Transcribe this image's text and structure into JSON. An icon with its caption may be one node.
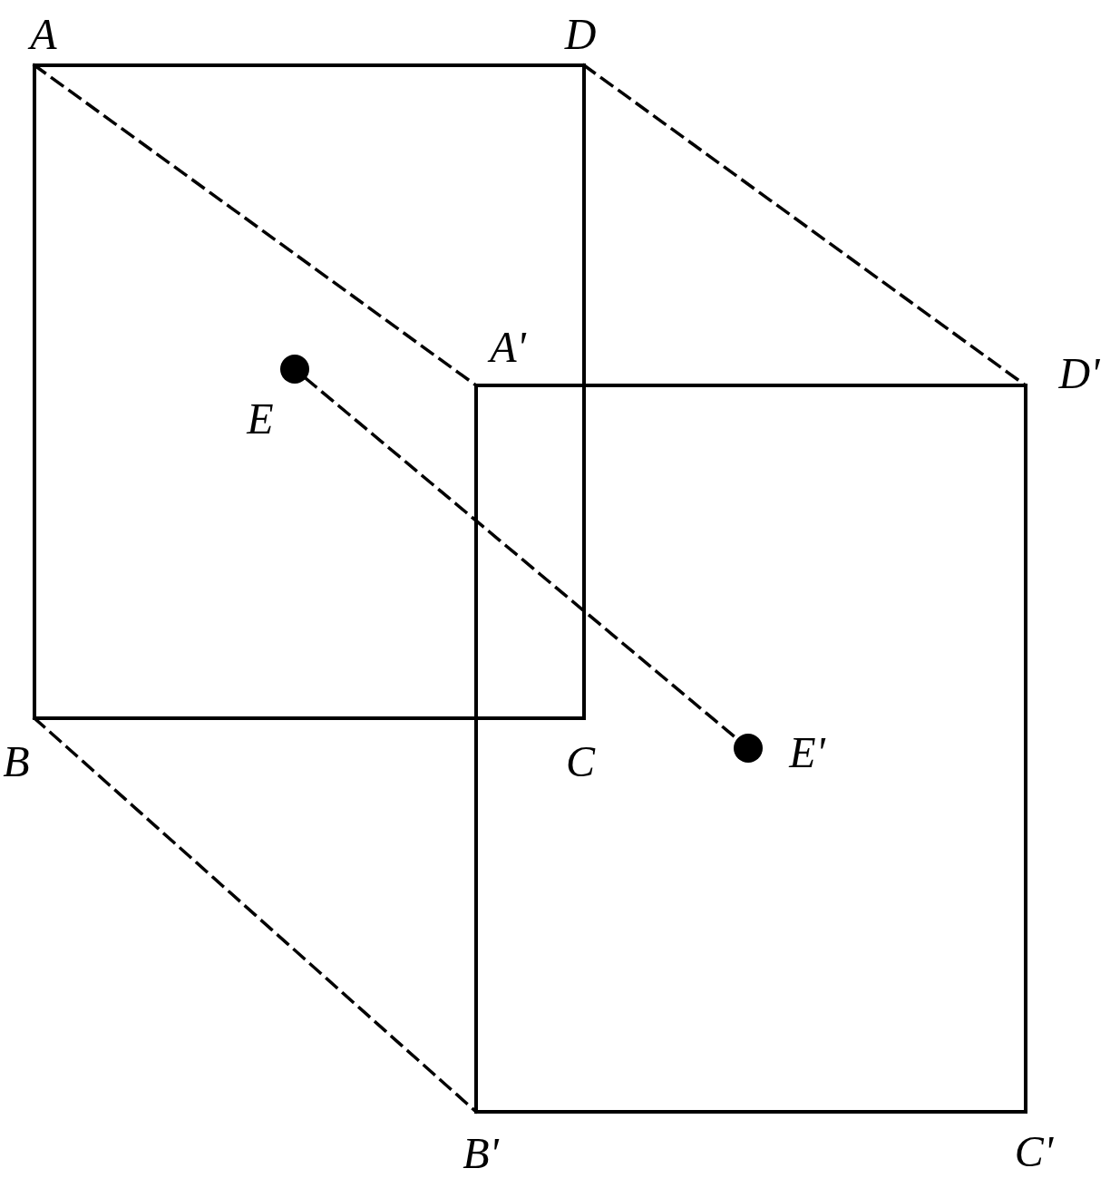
{
  "diagram": {
    "nodes": [
      {
        "text": [
          "A"
        ]
      },
      {
        "text": [
          "D"
        ]
      },
      {
        "text": [
          "A'"
        ]
      },
      {
        "text": [
          "E"
        ]
      },
      {
        "text": [
          "D'"
        ]
      },
      {
        "text": [
          "B"
        ]
      },
      {
        "text": [
          "C"
        ]
      },
      {
        "text": [
          "E'"
        ]
      },
      {
        "text": [
          "B'"
        ]
      },
      {
        "text": [
          "C'"
        ]
      }
    ],
    "edges": [
      {
        "from": 0,
        "to": 1,
        "arrow": "none"
      },
      {
        "from": 1,
        "to": 6,
        "arrow": "none"
      },
      {
        "from": 6,
        "to": 5,
        "arrow": "none"
      },
      {
        "from": 5,
        "to": 0,
        "arrow": "none"
      },
      {
        "from": 2,
        "to": 4,
        "arrow": "none"
      },
      {
        "from": 4,
        "to": 9,
        "arrow": "none"
      },
      {
        "from": 9,
        "to": 8,
        "arrow": "none"
      },
      {
        "from": 8,
        "to": 2,
        "arrow": "none"
      },
      {
        "from": 0,
        "to": 2,
        "arrow": "none",
        "style": "dashed"
      },
      {
        "from": 1,
        "to": 4,
        "arrow": "none",
        "style": "dashed"
      },
      {
        "from": 5,
        "to": 8,
        "arrow": "none",
        "style": "dashed"
      },
      {
        "from": 3,
        "to": 7,
        "arrow": "none",
        "style": "dashed"
      }
    ]
  }
}
